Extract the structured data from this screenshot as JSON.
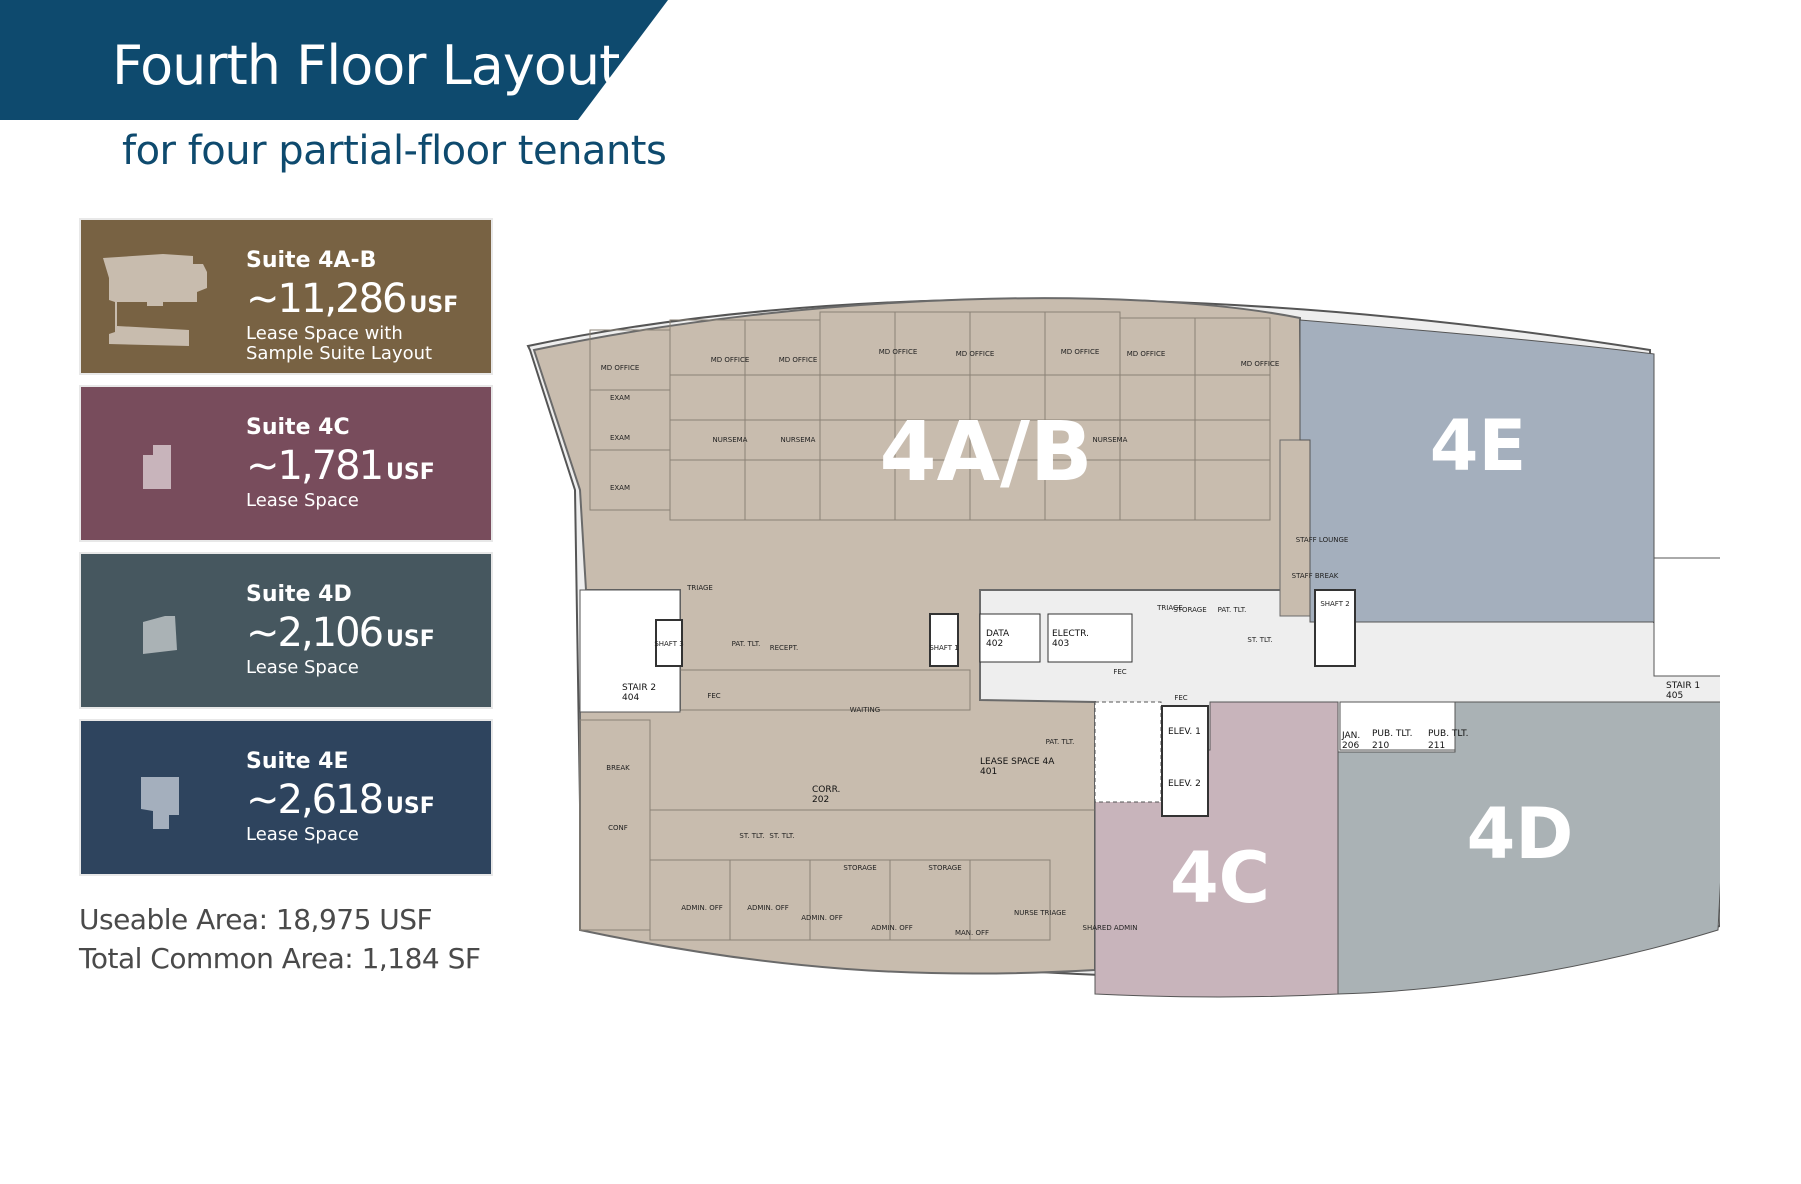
{
  "header": {
    "title": "Fourth Floor Layout",
    "subtitle": "for four partial-floor tenants"
  },
  "colors": {
    "banner": "#0e4a6e",
    "suite_4ab": "#786243",
    "suite_4c": "#784c5c",
    "suite_4d": "#46575f",
    "suite_4e": "#2e445e",
    "plan_4ab": "#c8bcae",
    "plan_4c": "#c8b4bb",
    "plan_4d": "#aab2b5",
    "plan_4e": "#a4afbd"
  },
  "suites": [
    {
      "name": "Suite 4A-B",
      "area": "~11,286",
      "unit": "USF",
      "desc": "Lease Space with\nSample Suite Layout",
      "icon": "suite-4ab-shape-icon"
    },
    {
      "name": "Suite 4C",
      "area": "~1,781",
      "unit": "USF",
      "desc": "Lease Space",
      "icon": "suite-4c-shape-icon"
    },
    {
      "name": "Suite 4D",
      "area": "~2,106",
      "unit": "USF",
      "desc": "Lease Space",
      "icon": "suite-4d-shape-icon"
    },
    {
      "name": "Suite 4E",
      "area": "~2,618",
      "unit": "USF",
      "desc": "Lease Space",
      "icon": "suite-4e-shape-icon"
    }
  ],
  "stats": {
    "useable": "Useable Area: 18,975 USF",
    "common": "Total Common Area: 1,184 SF"
  },
  "plan": {
    "zones": {
      "ab": "4A/B",
      "c": "4C",
      "d": "4D",
      "e": "4E"
    },
    "rooms": {
      "md_office_1": "MD OFFICE",
      "exam_1": "EXAM",
      "exam_2": "EXAM",
      "exam_3": "EXAM",
      "md_office_2": "MD OFFICE",
      "md_office_3": "MD OFFICE",
      "md_office_4": "MD OFFICE",
      "md_office_5": "MD OFFICE",
      "md_office_6": "MD OFFICE",
      "md_office_7": "MD OFFICE",
      "md_office_8": "MD OFFICE",
      "nursema_1": "NURSEMA",
      "nursema_2": "NURSEMA",
      "nursema_3": "NURSEMA",
      "staff_lounge": "STAFF LOUNGE",
      "staff_break": "STAFF BREAK",
      "triage_1": "TRIAGE",
      "triage_2": "TRIAGE",
      "data_402": "DATA",
      "data_402_num": "402",
      "electr_403": "ELECTR.",
      "electr_403_num": "403",
      "shaft_1": "SHAFT 1",
      "shaft_2": "SHAFT 2",
      "shaft_3": "SHAFT 3",
      "stair_2": "STAIR 2",
      "stair_2_num": "404",
      "stair_1": "STAIR 1",
      "stair_1_num": "405",
      "waiting": "WAITING",
      "lease_space": "LEASE SPACE 4A",
      "lease_space_num": "401",
      "corr": "CORR.",
      "corr_num": "202",
      "break": "BREAK",
      "conf": "CONF",
      "storage_1": "STORAGE",
      "storage_2": "STORAGE",
      "storage_3": "STORAGE",
      "admin_off_1": "ADMIN. OFF",
      "admin_off_2": "ADMIN. OFF",
      "admin_off_3": "ADMIN. OFF",
      "admin_off_4": "ADMIN. OFF",
      "man_off": "MAN. OFF",
      "nurse_triage": "NURSE TRIAGE",
      "shared_admin": "SHARED ADMIN",
      "elev_1": "ELEV. 1",
      "elev_2": "ELEV. 2",
      "jan": "JAN.",
      "jan_num": "206",
      "pub_tlt_1": "PUB. TLT.",
      "pub_tlt_1_num": "210",
      "pub_tlt_2": "PUB. TLT.",
      "pub_tlt_2_num": "211",
      "fec_1": "FEC",
      "fec_2": "FEC",
      "fec_3": "FEC",
      "pat_tlt_1": "PAT. TLT.",
      "pat_tlt_2": "PAT. TLT.",
      "pat_tlt_3": "PAT. TLT.",
      "recept": "RECEPT.",
      "st_tlt_1": "ST. TLT.",
      "st_tlt_2": "ST. TLT.",
      "st_tlt_3": "ST. TLT."
    }
  }
}
